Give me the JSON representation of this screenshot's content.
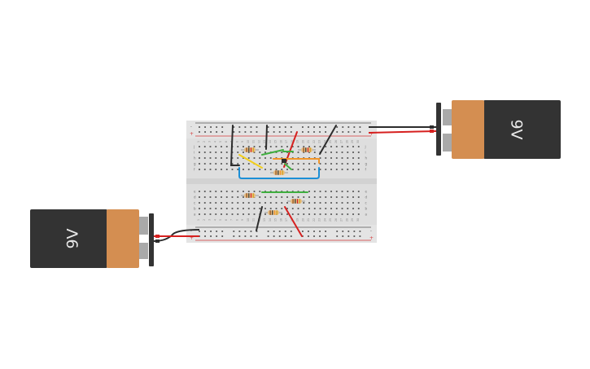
{
  "batteries": [
    {
      "id": "battery-right",
      "label": "9V"
    },
    {
      "id": "battery-left",
      "label": "9V"
    }
  ],
  "colors": {
    "background": "#ffffff",
    "board": "#dedede",
    "board_channel": "#d2d2d2",
    "hole": "#555555",
    "rail_red": "#d33a3a",
    "rail_black": "#444444",
    "battery_body": "#333333",
    "battery_band": "#d48e51",
    "battery_terminal": "#a9a9a9",
    "wire_red": "#d6201f",
    "wire_black": "#2d2d2d",
    "wire_green": "#3fae3f",
    "wire_yellow": "#f3cf1a",
    "wire_orange": "#f2962a",
    "wire_blue": "#1c8fd6",
    "resistor_body": "#e6be84"
  },
  "breadboard": {
    "column_count": 30,
    "top_row_letters": [
      "j",
      "i",
      "h",
      "g",
      "f"
    ],
    "bottom_row_letters": [
      "e",
      "d",
      "c",
      "b",
      "a"
    ],
    "rail_plus": "+",
    "rail_minus": "-"
  },
  "resistors_count": 6,
  "wires": {
    "red": 3,
    "black": 4,
    "green": 3,
    "yellow": 1,
    "orange": 1,
    "blue": 1
  }
}
